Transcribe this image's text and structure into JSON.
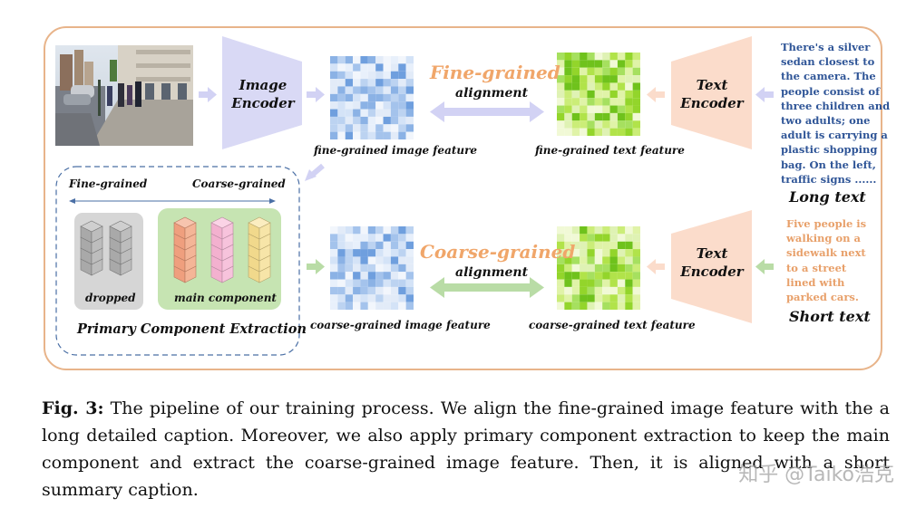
{
  "image_encoder": {
    "label_line1": "Image",
    "label_line2": "Encoder"
  },
  "text_encoder_top": {
    "label_line1": "Text",
    "label_line2": "Encoder"
  },
  "text_encoder_bottom": {
    "label_line1": "Text",
    "label_line2": "Encoder"
  },
  "fine_grained": {
    "title": "Fine-grained",
    "subtitle": "alignment",
    "image_feature_label": "fine-grained image feature",
    "text_feature_label": "fine-grained text feature"
  },
  "coarse_grained": {
    "title": "Coarse-grained",
    "subtitle": "alignment",
    "image_feature_label": "coarse-grained image feature",
    "text_feature_label": "coarse-grained text feature"
  },
  "long_text": {
    "body": "There's a silver\nsedan closest to\nthe camera. The\npeople consist of\nthree children and\ntwo adults; one\nadult is carrying a\nplastic shopping\nbag. On the left,\ntraffic signs ......",
    "label": "Long text"
  },
  "short_text": {
    "body": "Five people is\nwalking on a\nsidewalk next\nto a street\nlined with\nparked cars.",
    "label": "Short text"
  },
  "pce": {
    "fine_label": "Fine-grained",
    "coarse_label": "Coarse-grained",
    "dropped_label": "dropped",
    "main_label": "main component",
    "title": "Primary Component Extraction"
  },
  "caption": {
    "prefix": "Fig. 3:",
    "text": " The pipeline of our training process. We align the fine-grained image feature with the a long detailed caption. Moreover, we also apply primary component extraction to keep the main component and extract the coarse-grained image feature. Then, it is aligned with a short summary caption."
  },
  "watermark": "知乎 @Taiko浩克",
  "colors": {
    "frame": "#e8b48a",
    "image_encoder": "#d9d9f5",
    "text_encoder": "#fbdccb",
    "fine_accent": "#f0a66a",
    "coarse_accent": "#f0a66a",
    "fine_arrow": "#d2d2f4",
    "coarse_arrow": "#b9dca6",
    "long_text": "#2f5597",
    "short_text": "#e8a06a",
    "dashed": "#4a6fa5"
  }
}
